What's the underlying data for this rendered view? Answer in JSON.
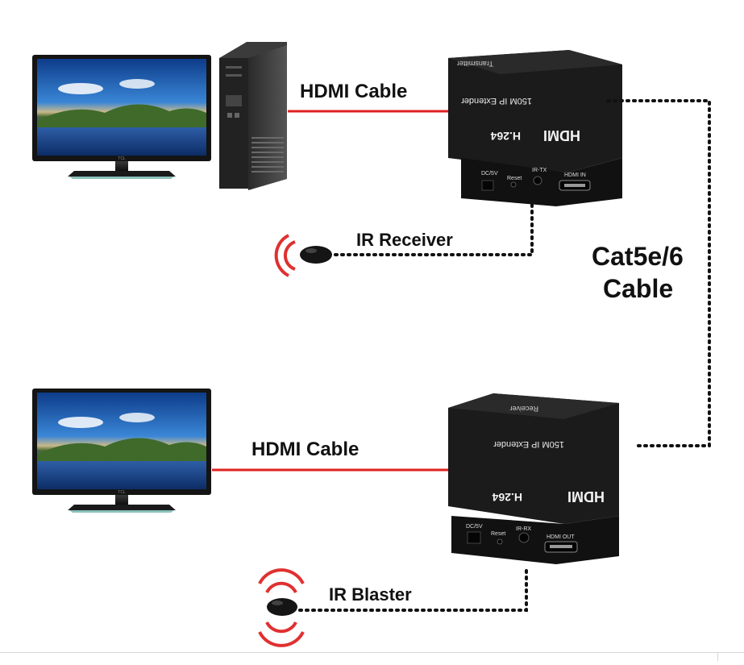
{
  "labels": {
    "hdmi_cable_top": "HDMI Cable",
    "ir_receiver": "IR Receiver",
    "cat_cable_line1": "Cat5e/6",
    "cat_cable_line2": "Cable",
    "hdmi_cable_bottom": "HDMI Cable",
    "ir_blaster": "IR Blaster"
  },
  "transmitter": {
    "name": "Transmitter",
    "model": "150M IP Extender",
    "codec": "H.264",
    "brand": "HDMI",
    "ports": [
      "DC/5V",
      "Reset",
      "IR-TX",
      "HDMI IN"
    ]
  },
  "receiver": {
    "name": "Receiver",
    "model": "150M IP Extender",
    "codec": "H.264",
    "brand": "HDMI",
    "ports": [
      "DC/5V",
      "Reset",
      "IR-RX",
      "HDMI OUT"
    ]
  },
  "tv_brand": "TCL",
  "colors": {
    "hdmi_cable": "#e02020",
    "dotted_cable": "#111111",
    "ir_waves": "#e03030",
    "device_body": "#1d1d1d"
  }
}
